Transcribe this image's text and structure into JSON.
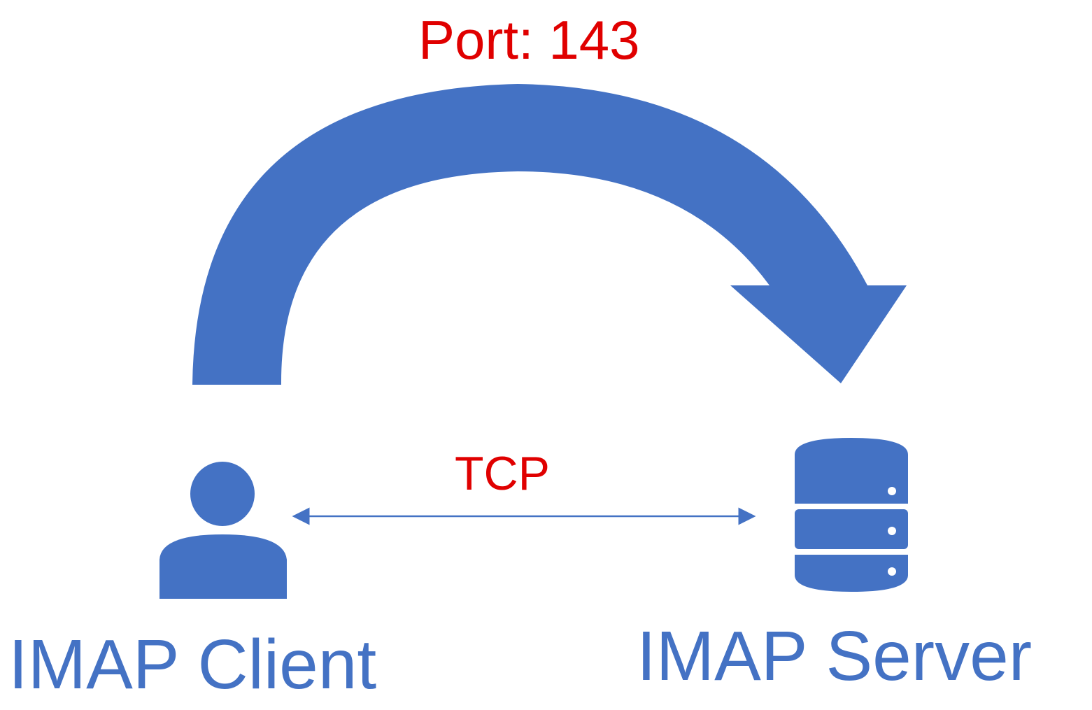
{
  "colors": {
    "primary_blue": "#4472c4",
    "accent_red": "#e00000",
    "background": "#ffffff"
  },
  "port_label": "Port: 143",
  "protocol_label": "TCP",
  "client": {
    "label": "IMAP Client",
    "icon": "user-icon"
  },
  "server": {
    "label": "IMAP Server",
    "icon": "database-server-icon"
  },
  "connection": {
    "type": "bidirectional-arrow"
  },
  "flow": {
    "type": "curved-arrow",
    "from": "client",
    "to": "server"
  }
}
